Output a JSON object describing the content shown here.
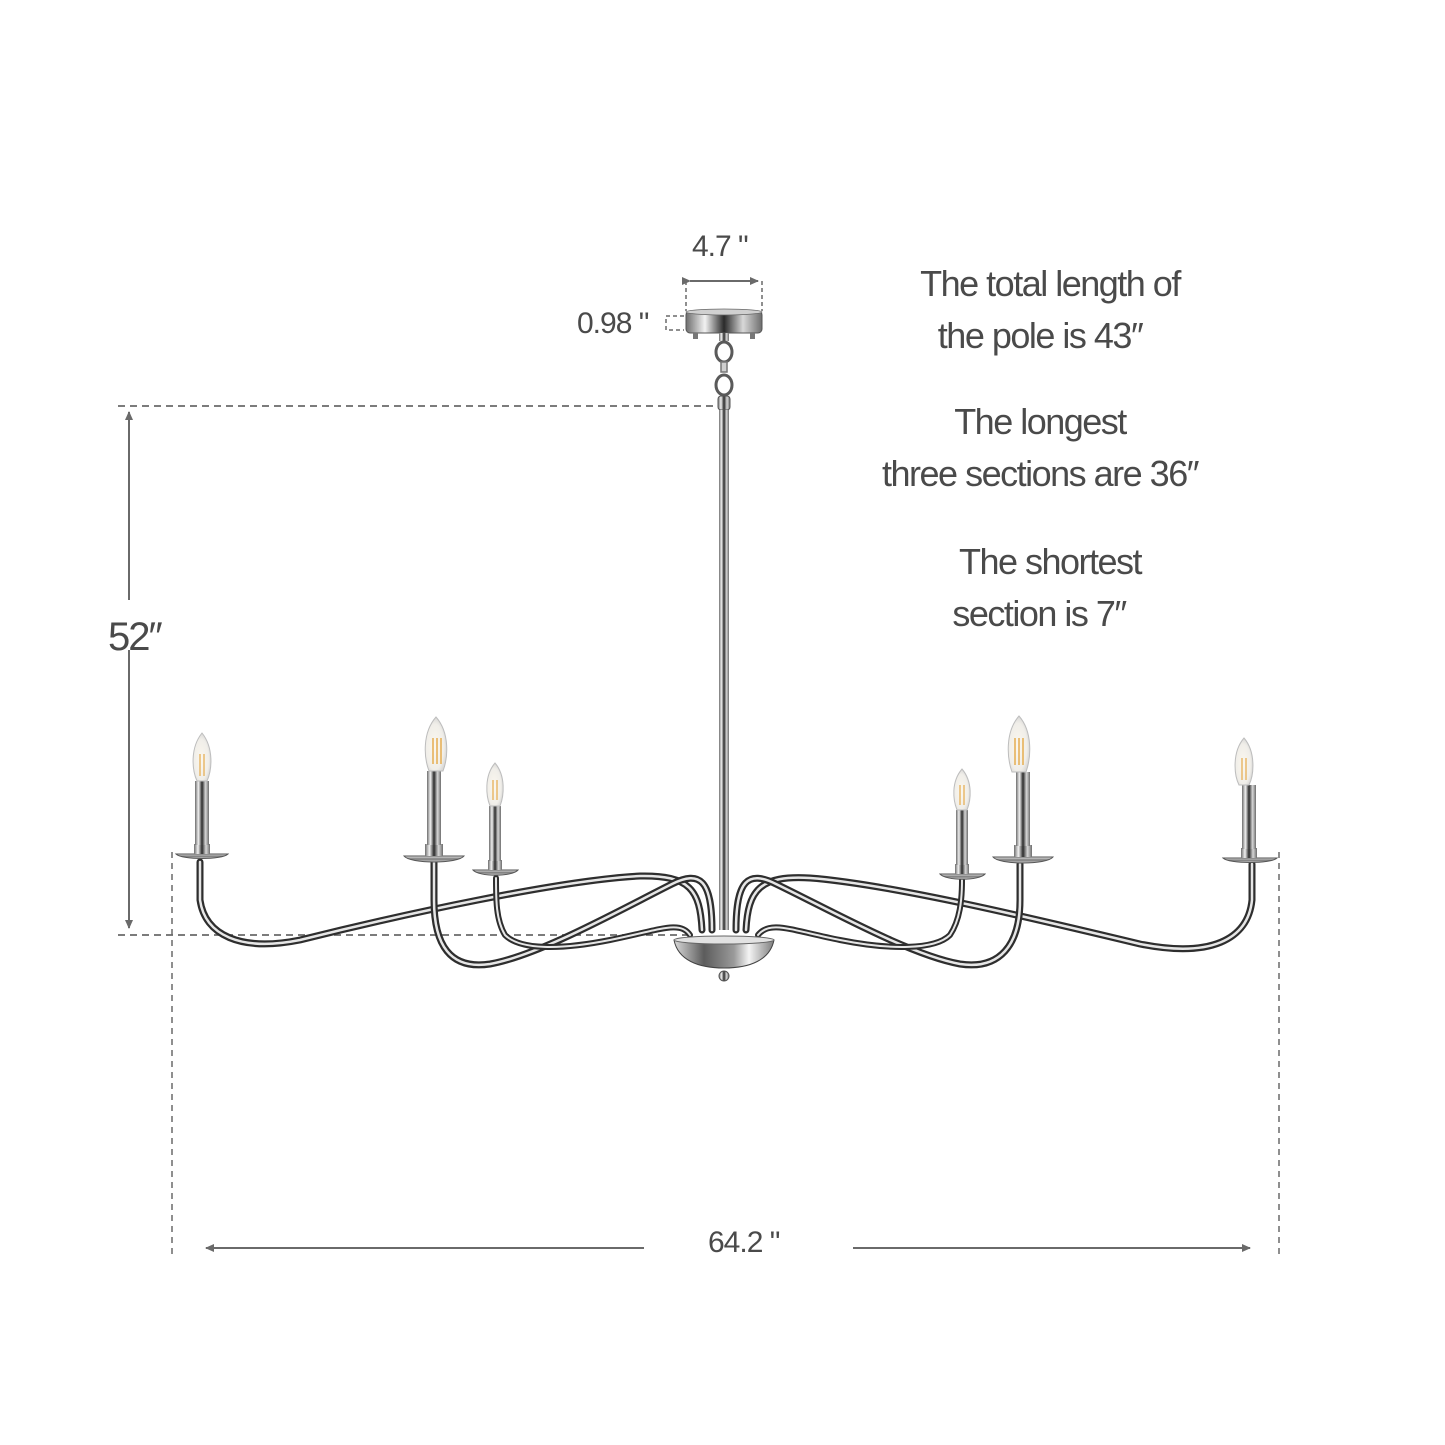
{
  "diagram": {
    "subject": "6-light chandelier with dimensions",
    "colors": {
      "text": "#4a4a4a",
      "dimension_line": "#6a6a6a",
      "chrome_dark": "#2e2e2e",
      "chrome_mid": "#8c8c8c",
      "chrome_light": "#e6e6e6",
      "bulb_filament": "#e8b86a"
    },
    "dimensions": {
      "canopy_width": "4.7 \"",
      "canopy_height": "0.98 \"",
      "overall_height": "52″",
      "overall_width": "64.2 \""
    },
    "notes": [
      {
        "line1": "The total length of",
        "line2": "the pole is 43″"
      },
      {
        "line1": "The longest",
        "line2": "three sections  are 36″"
      },
      {
        "line1": "The shortest",
        "line2": "section is 7″"
      }
    ],
    "fixture": {
      "light_count": 6,
      "arms": [
        "far-left",
        "left",
        "inner-left",
        "inner-right",
        "right",
        "far-right"
      ]
    }
  }
}
